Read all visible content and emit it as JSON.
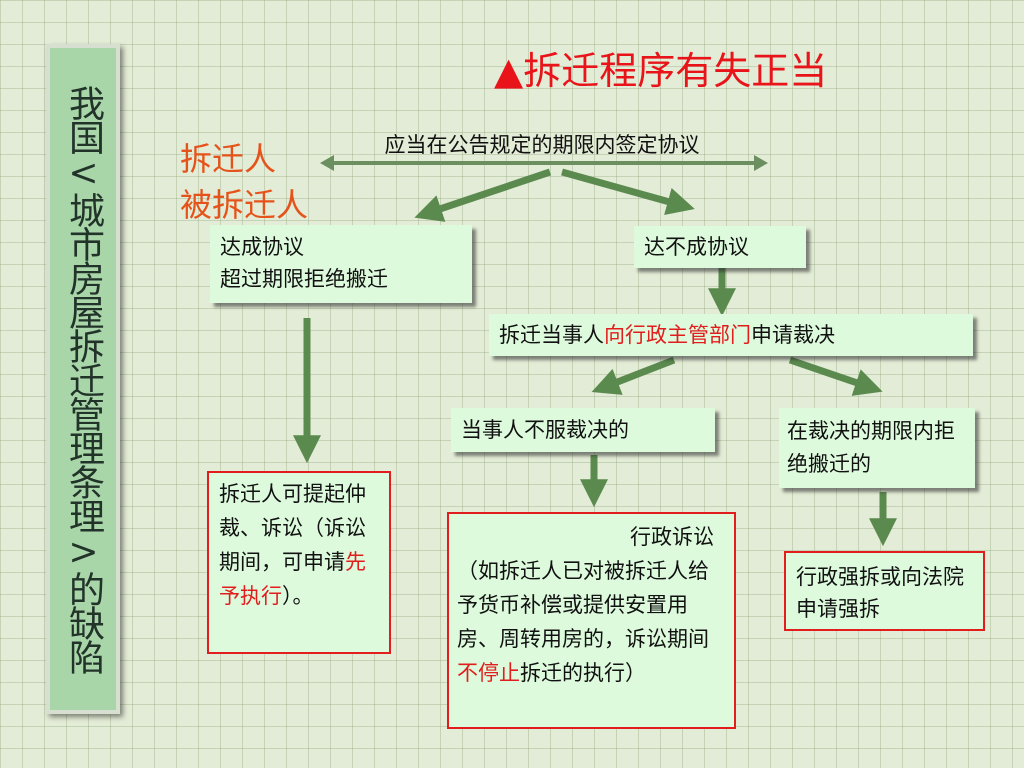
{
  "sidebar": {
    "text": "我国<城市房屋拆迁管理条理>的缺陷"
  },
  "title": "▲拆迁程序有失正当",
  "parties": {
    "party1": "拆迁人",
    "party2": "被拆迁人"
  },
  "top_label": "应当在公告规定的期限内签定协议",
  "left_branch": {
    "box_line1": "达成协议",
    "box_line2": "超过期限拒绝搬迁",
    "result_pre": "拆迁人可提起仲裁、诉讼（诉讼期间，可申请",
    "result_highlight": "先予执行",
    "result_post": "）。"
  },
  "right_branch": {
    "box": "达不成协议",
    "apply_pre": "拆迁当事人",
    "apply_highlight": "向行政主管部门",
    "apply_post": "申请裁决",
    "disagree": "当事人不服裁决的",
    "refuse": "在裁决的期限内拒绝搬迁的",
    "litigation_head": "行政诉讼",
    "litigation_pre": "（如拆迁人已对被拆迁人给予货币补偿或提供安置用房、周转用房的，诉讼期间",
    "litigation_highlight": "不停止",
    "litigation_post": "拆迁的执行）",
    "enforce": "行政强拆或向法院申请强拆"
  },
  "colors": {
    "accent_red": "#e11d1d",
    "party_orange": "#e5531b",
    "arrow_green": "#5b8a4f",
    "box_fill": "#ddfadd"
  }
}
